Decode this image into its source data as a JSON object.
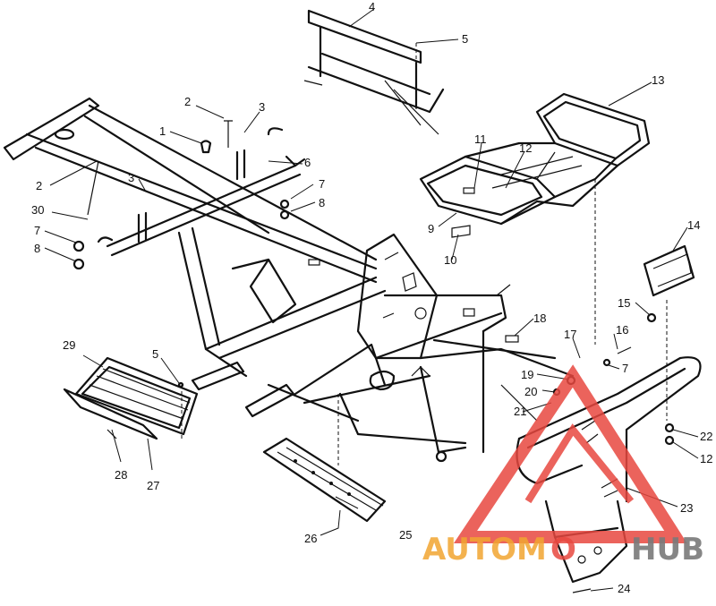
{
  "callouts": [
    "1",
    "2",
    "2",
    "3",
    "3",
    "4",
    "5",
    "5",
    "6",
    "7",
    "7",
    "7",
    "8",
    "8",
    "9",
    "10",
    "11",
    "12",
    "12",
    "13",
    "14",
    "15",
    "16",
    "17",
    "18",
    "19",
    "20",
    "21",
    "22",
    "23",
    "24",
    "25",
    "26",
    "27",
    "28",
    "29",
    "30"
  ],
  "watermark": {
    "text_left": "AUTOM",
    "text_mid": "O",
    "text_right": "HUB",
    "color_primary": "#e8483f",
    "color_secondary": "#f2a531",
    "color_hub": "#7a7a7a"
  }
}
